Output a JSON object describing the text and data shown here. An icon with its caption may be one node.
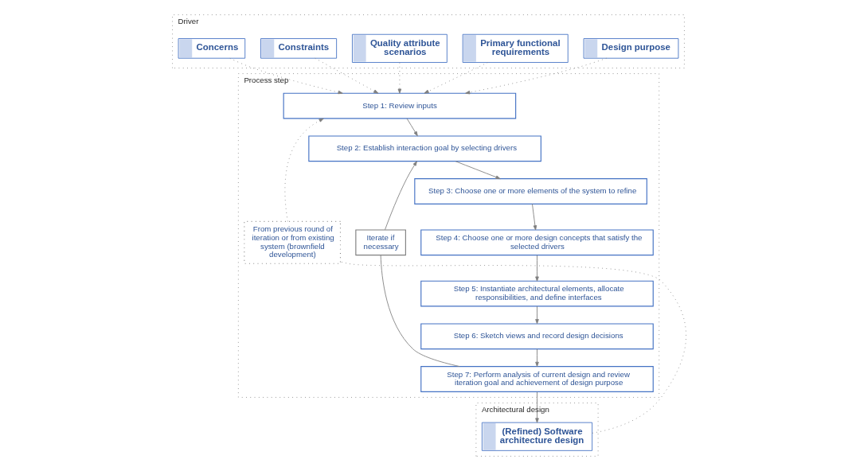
{
  "diagram": {
    "nodes": [
      {
        "text": [
          "Driver"
        ]
      },
      {
        "text": [
          "Design purpose"
        ],
        "in": 0
      },
      {
        "text": [
          "Primary functional requirements"
        ],
        "in": 0
      },
      {
        "text": [
          "Quality attribute scenarios"
        ],
        "in": 0
      },
      {
        "text": [
          "Constraints"
        ],
        "in": 0
      },
      {
        "text": [
          "Concerns"
        ],
        "in": 0
      },
      {
        "text": [
          "Process step"
        ]
      },
      {
        "text": [
          "From previous round of iteration or from existing system (brownfield development)"
        ],
        "in": 6
      },
      {
        "text": [
          "Iterate if necessary"
        ],
        "in": 6
      },
      {
        "text": [
          "Step 1: Review inputs"
        ],
        "in": 6
      },
      {
        "text": [
          "Step 2: Establish interaction goal by selecting drivers"
        ],
        "in": 6
      },
      {
        "text": [
          "Step 3: Choose one or more elements of the system to refine"
        ],
        "in": 6
      },
      {
        "text": [
          "Step 4: Choose one or more design concepts that satisfy the selected drivers"
        ],
        "in": 6
      },
      {
        "text": [
          "Step 5: Instantiate architectural elements, allocate responsibilities, and define interfaces"
        ],
        "in": 6
      },
      {
        "text": [
          "Step 6: Sketch views and record design decisions"
        ],
        "in": 6
      },
      {
        "text": [
          "Step 7: Perform analysis of current design and review iteration goal and achievement of design purpose"
        ],
        "in": 6
      },
      {
        "text": [
          "Architectural design"
        ]
      },
      {
        "text": [
          "(Refined) Software architecture design"
        ],
        "in": 16
      }
    ],
    "edges": [
      {
        "from": 1,
        "to": 9,
        "arrow": "to",
        "style": "dashed"
      },
      {
        "from": 2,
        "to": 9,
        "arrow": "to",
        "style": "dashed"
      },
      {
        "from": 3,
        "to": 9,
        "arrow": "to",
        "style": "dashed"
      },
      {
        "from": 4,
        "to": 9,
        "arrow": "to",
        "style": "dashed"
      },
      {
        "from": 5,
        "to": 9,
        "arrow": "to",
        "style": "dashed"
      },
      {
        "from": 9,
        "to": 10,
        "arrow": "to"
      },
      {
        "from": 10,
        "to": 11,
        "arrow": "to"
      },
      {
        "from": 11,
        "to": 12,
        "arrow": "to"
      },
      {
        "from": 12,
        "to": 13,
        "arrow": "to"
      },
      {
        "from": 13,
        "to": 14,
        "arrow": "to"
      },
      {
        "from": 14,
        "to": 15,
        "arrow": "to"
      },
      {
        "from": 15,
        "to": 17,
        "arrow": "to"
      },
      {
        "from": 15,
        "to": 8,
        "arrow": "none"
      },
      {
        "from": 8,
        "to": 10,
        "arrow": "to"
      },
      {
        "from": 17,
        "to": 7,
        "arrow": "none",
        "style": "dashed"
      },
      {
        "from": 7,
        "to": 9,
        "arrow": "to",
        "style": "dashed"
      }
    ]
  }
}
